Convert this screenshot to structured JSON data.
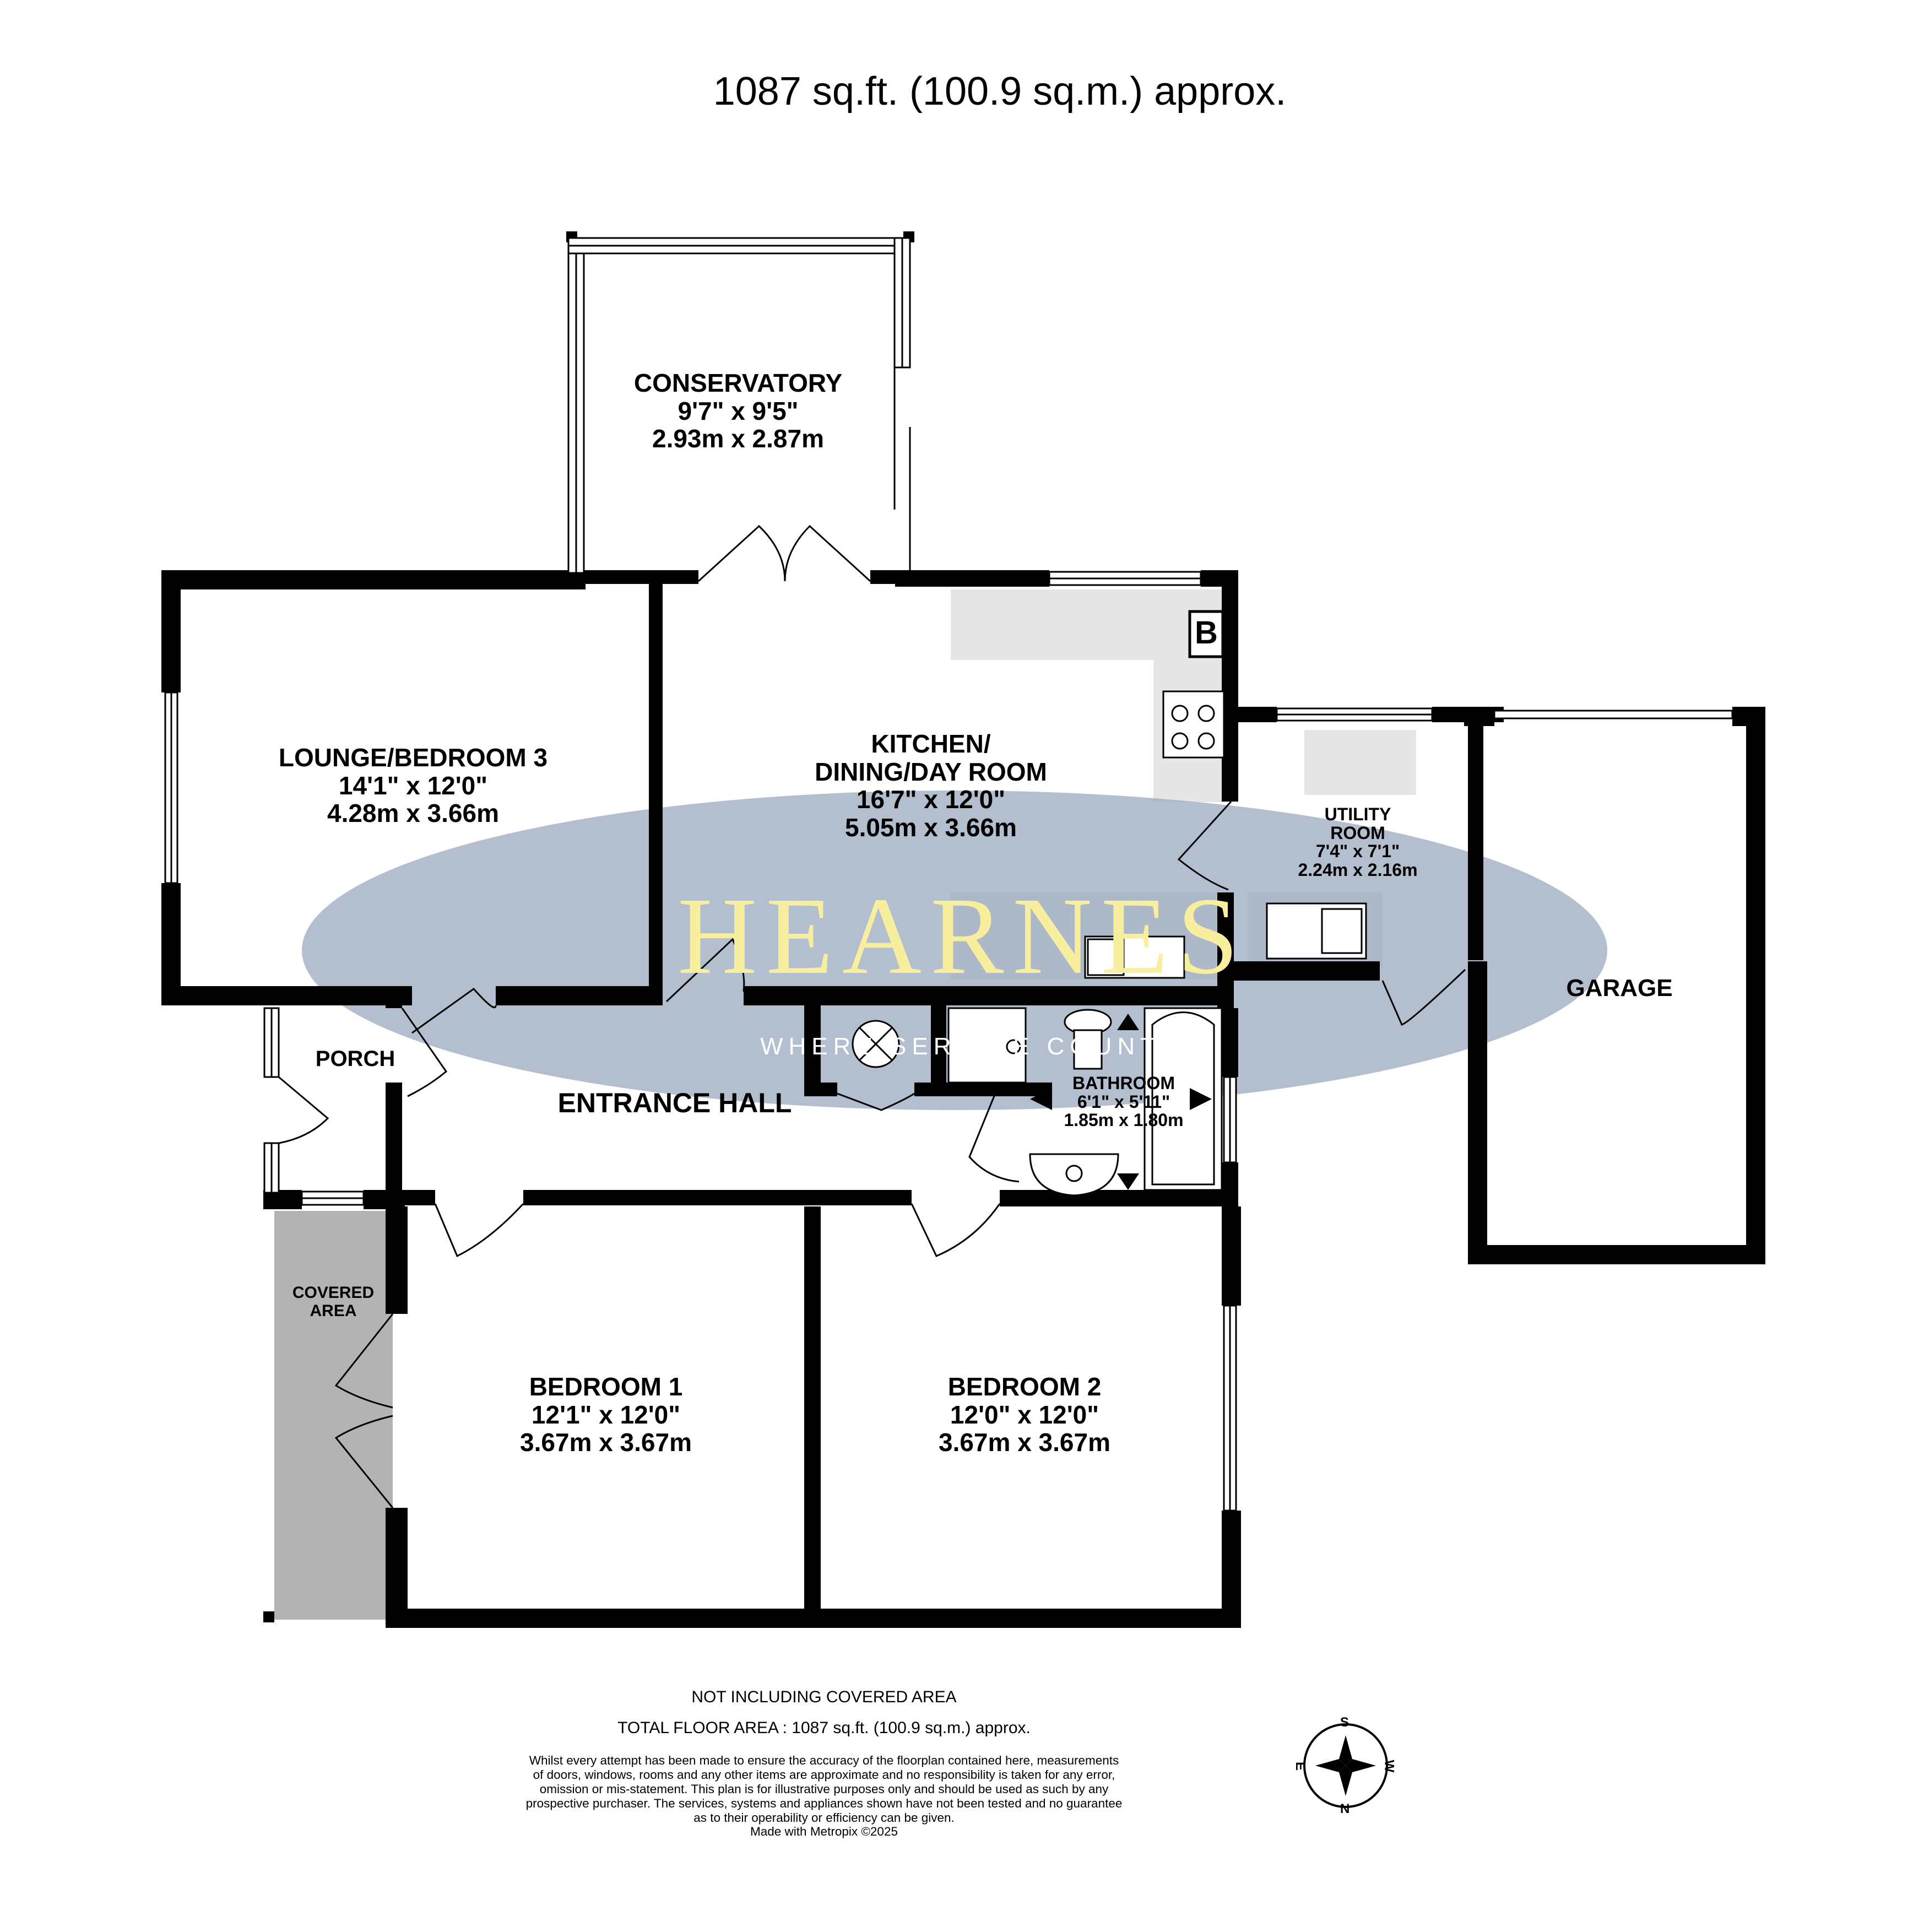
{
  "header": {
    "area_text": "1087 sq.ft. (100.9 sq.m.) approx."
  },
  "rooms": {
    "conservatory": {
      "name": "CONSERVATORY",
      "imperial": "9'7\"  x 9'5\"",
      "metric": "2.93m  x 2.87m"
    },
    "lounge": {
      "name": "LOUNGE/BEDROOM 3",
      "imperial": "14'1\"  x 12'0\"",
      "metric": "4.28m  x 3.66m"
    },
    "kitchen": {
      "name_line1": "KITCHEN/",
      "name_line2": "DINING/DAY ROOM",
      "imperial": "16'7\"  x 12'0\"",
      "metric": "5.05m  x 3.66m"
    },
    "utility": {
      "name_line1": "UTILITY",
      "name_line2": "ROOM",
      "imperial": "7'4\"  x 7'1\"",
      "metric": "2.24m  x 2.16m"
    },
    "garage": {
      "name": "GARAGE"
    },
    "porch": {
      "name": "PORCH"
    },
    "entrance_hall": {
      "name": "ENTRANCE HALL"
    },
    "bathroom": {
      "name": "BATHROOM",
      "imperial": "6'1\"  x 5'11\"",
      "metric": "1.85m  x 1.80m"
    },
    "covered_area": {
      "name_line1": "COVERED",
      "name_line2": "AREA"
    },
    "bedroom1": {
      "name": "BEDROOM 1",
      "imperial": "12'1\"  x 12'0\"",
      "metric": "3.67m  x 3.67m"
    },
    "bedroom2": {
      "name": "BEDROOM 2",
      "imperial": "12'0\"  x 12'0\"",
      "metric": "3.67m  x 3.67m"
    },
    "boiler_label": "B"
  },
  "watermark": {
    "brand": "HEARNES",
    "tagline": "WHERE SERVICE COUNTS"
  },
  "footer": {
    "note": "NOT INCLUDING COVERED AREA",
    "total": "TOTAL FLOOR AREA : 1087 sq.ft. (100.9 sq.m.) approx.",
    "disclaimer_lines": [
      "Whilst every attempt has been made to ensure the accuracy of the floorplan contained here, measurements",
      "of doors, windows, rooms and any other items are approximate and no responsibility is taken for any error,",
      "omission or mis-statement. This plan is for illustrative purposes only and should be used as such by any",
      "prospective purchaser. The services, systems and appliances shown have not been tested and no guarantee",
      "as to their operability or efficiency can be given."
    ],
    "credit": "Made with Metropix ©2025"
  },
  "compass": {
    "n": "N",
    "s": "S",
    "e": "E",
    "w": "W"
  },
  "colors": {
    "wall": "#000000",
    "watermark_ellipse": "#9aa9bd",
    "watermark_text": "#f7ef9e",
    "counter": "#e6e6e6",
    "covered_area": "#b3b3b3"
  }
}
